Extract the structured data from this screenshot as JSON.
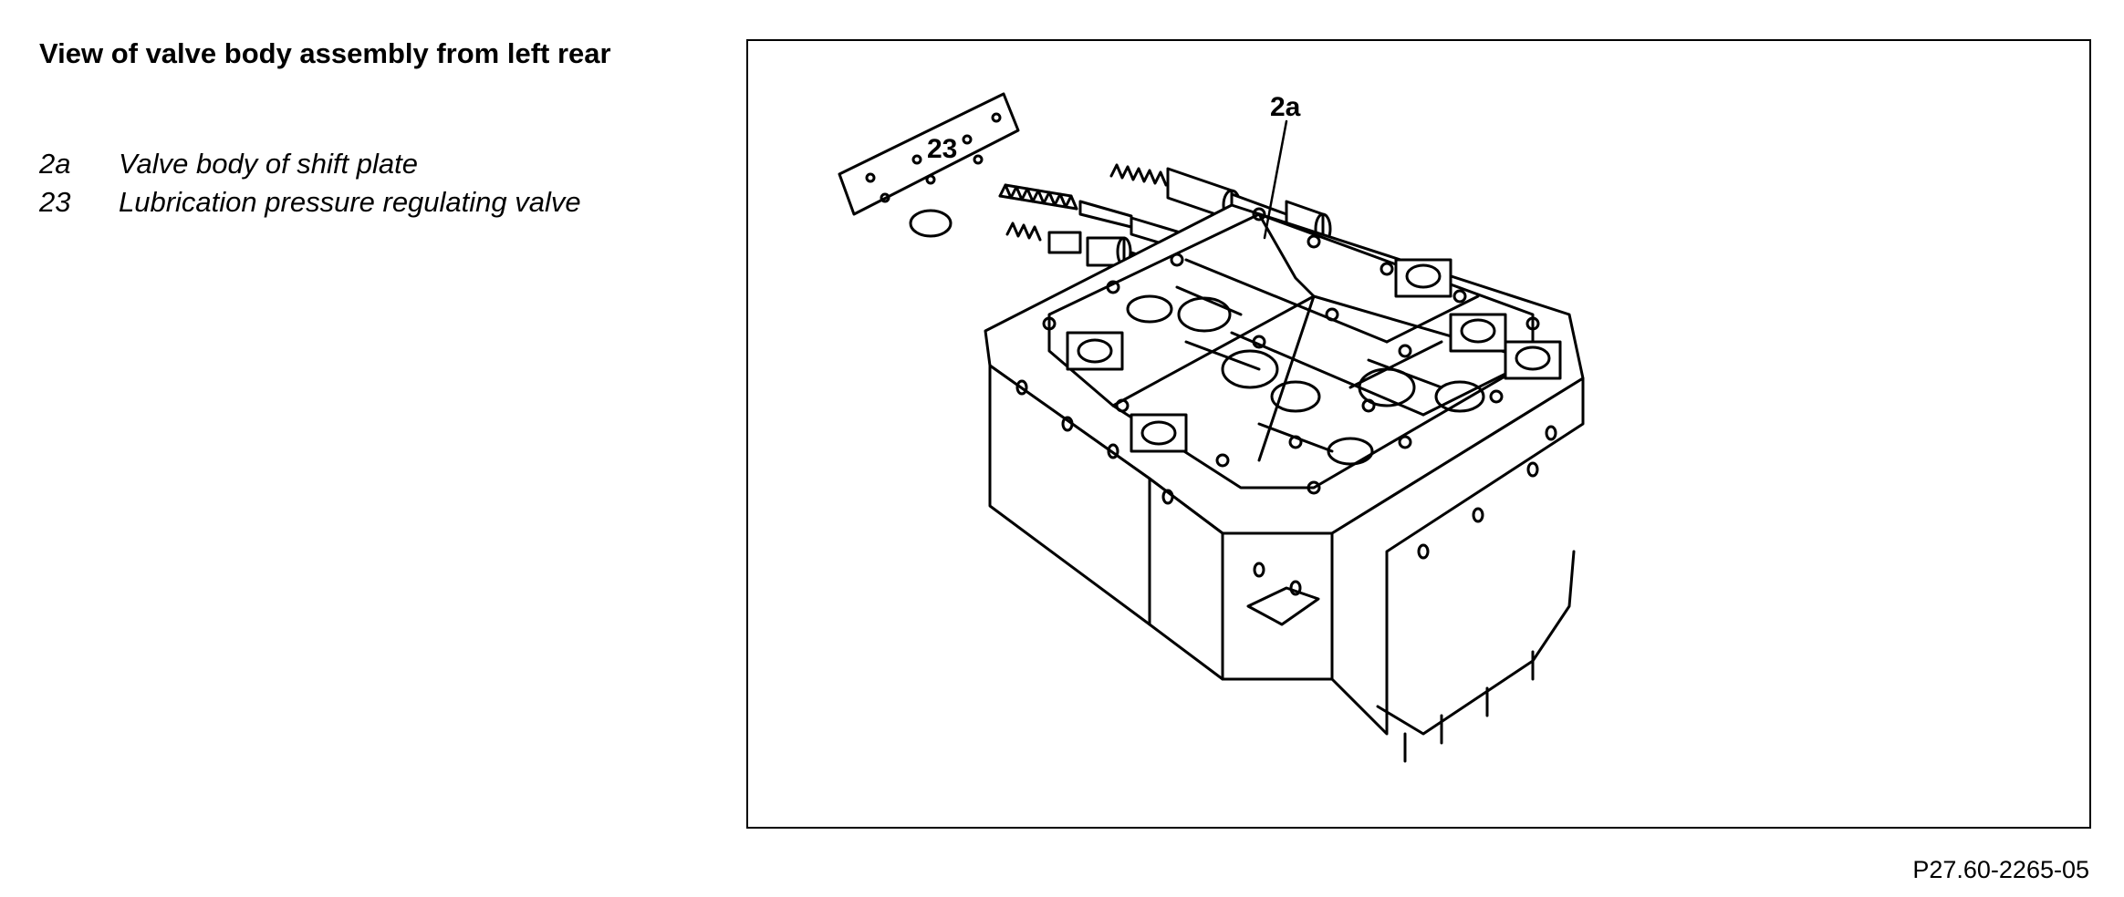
{
  "title": "View of  valve body assembly from left rear",
  "legend": [
    {
      "code": "2a",
      "text": "Valve body of shift plate"
    },
    {
      "code": "23",
      "text": "Lubrication pressure regulating valve"
    }
  ],
  "callouts": {
    "valve_body": "2a",
    "regulating_valve": "23"
  },
  "figure_code": "P27.60-2265-05"
}
